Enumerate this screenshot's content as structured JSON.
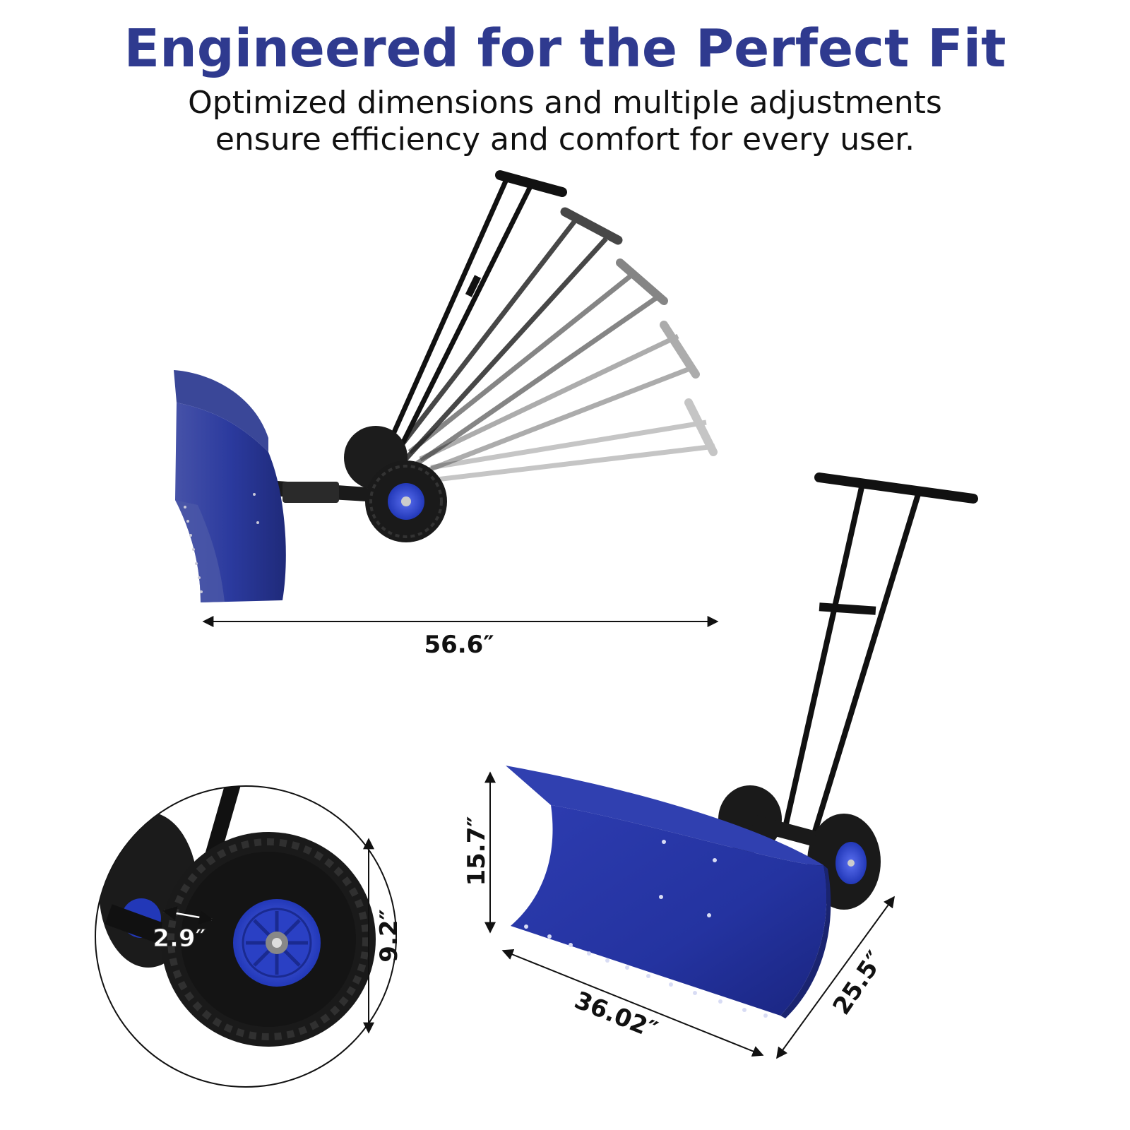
{
  "header": {
    "title": "Engineered for the Perfect Fit",
    "subtitle_line1": "Optimized dimensions and multiple adjustments",
    "subtitle_line2": "ensure efficiency and comfort for every user."
  },
  "dimensions": {
    "overall_length": "56.6″",
    "wheel_width": "2.9″",
    "wheel_diameter": "9.2″",
    "blade_height": "15.7″",
    "blade_width": "36.02″",
    "blade_depth": "25.5″"
  },
  "colors": {
    "title": "#2f3a8f",
    "blade_blue": "#2b3a9e",
    "wheel_hub_blue": "#2f49c8",
    "frame_black": "#1a1a1a"
  }
}
